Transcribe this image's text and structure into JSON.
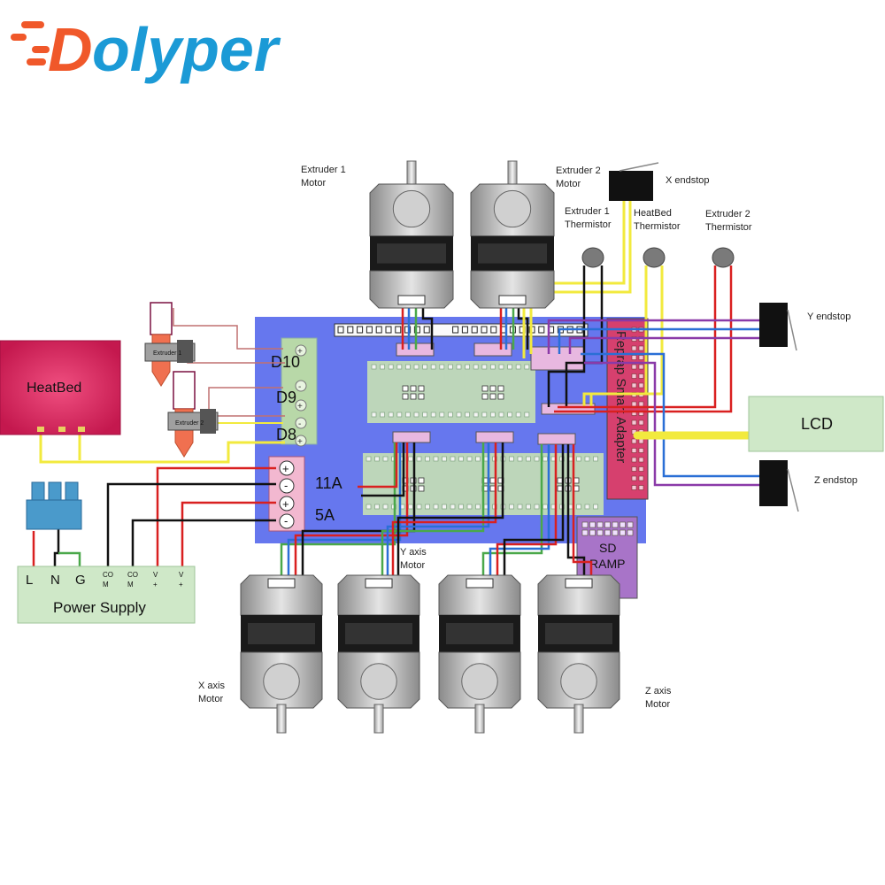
{
  "brand": {
    "logo_text": "Dolyper"
  },
  "labels": {
    "extruder1_motor": [
      "Extruder 1",
      "Motor"
    ],
    "extruder2_motor": [
      "Extruder 2",
      "Motor"
    ],
    "x_endstop": "X endstop",
    "extruder1_thermistor": [
      "Extruder 1",
      "Thermistor"
    ],
    "heatbed_thermistor": [
      "HeatBed",
      "Thermistor"
    ],
    "extruder2_thermistor": [
      "Extruder 2",
      "Thermistor"
    ],
    "y_endstop": "Y endstop",
    "z_endstop": "Z endstop",
    "lcd": "LCD",
    "smart_adapter": "Reprap Smart Adapter",
    "sd_ramp": [
      "SD",
      "RAMP"
    ],
    "heatbed": "HeatBed",
    "extruder1": "Extruder 1",
    "extruder2": "Extruder 2",
    "d10": "D10",
    "d9": "D9",
    "d8": "D8",
    "a11": "11A",
    "a5": "5A",
    "plus": "+",
    "minus": "-",
    "power_supply": "Power Supply",
    "psu_terms": [
      "L",
      "N",
      "G",
      "CO\nM",
      "CO\nM",
      "V\n+",
      "V\n+"
    ],
    "y_axis_motor": [
      "Y axis",
      "Motor"
    ],
    "x_axis_motor": [
      "X axis",
      "Motor"
    ],
    "z_axis_motor": [
      "Z axis",
      "Motor"
    ]
  },
  "colors": {
    "logo_orange": "#f0582a",
    "logo_blue": "#1b9ad6",
    "board": "#6677ee",
    "heatbed": "#d9245e",
    "adapter": "#d6406e",
    "lcd": "#cfe8c8",
    "sd_ramp": "#a874c8",
    "power_supply": "#cfe8c8",
    "wire_red": "#d92020",
    "wire_black": "#111111",
    "wire_yellow": "#f2ea3e",
    "wire_blue": "#2a6fd6",
    "wire_purple": "#8a3aa8",
    "wire_green": "#4aa84a"
  }
}
